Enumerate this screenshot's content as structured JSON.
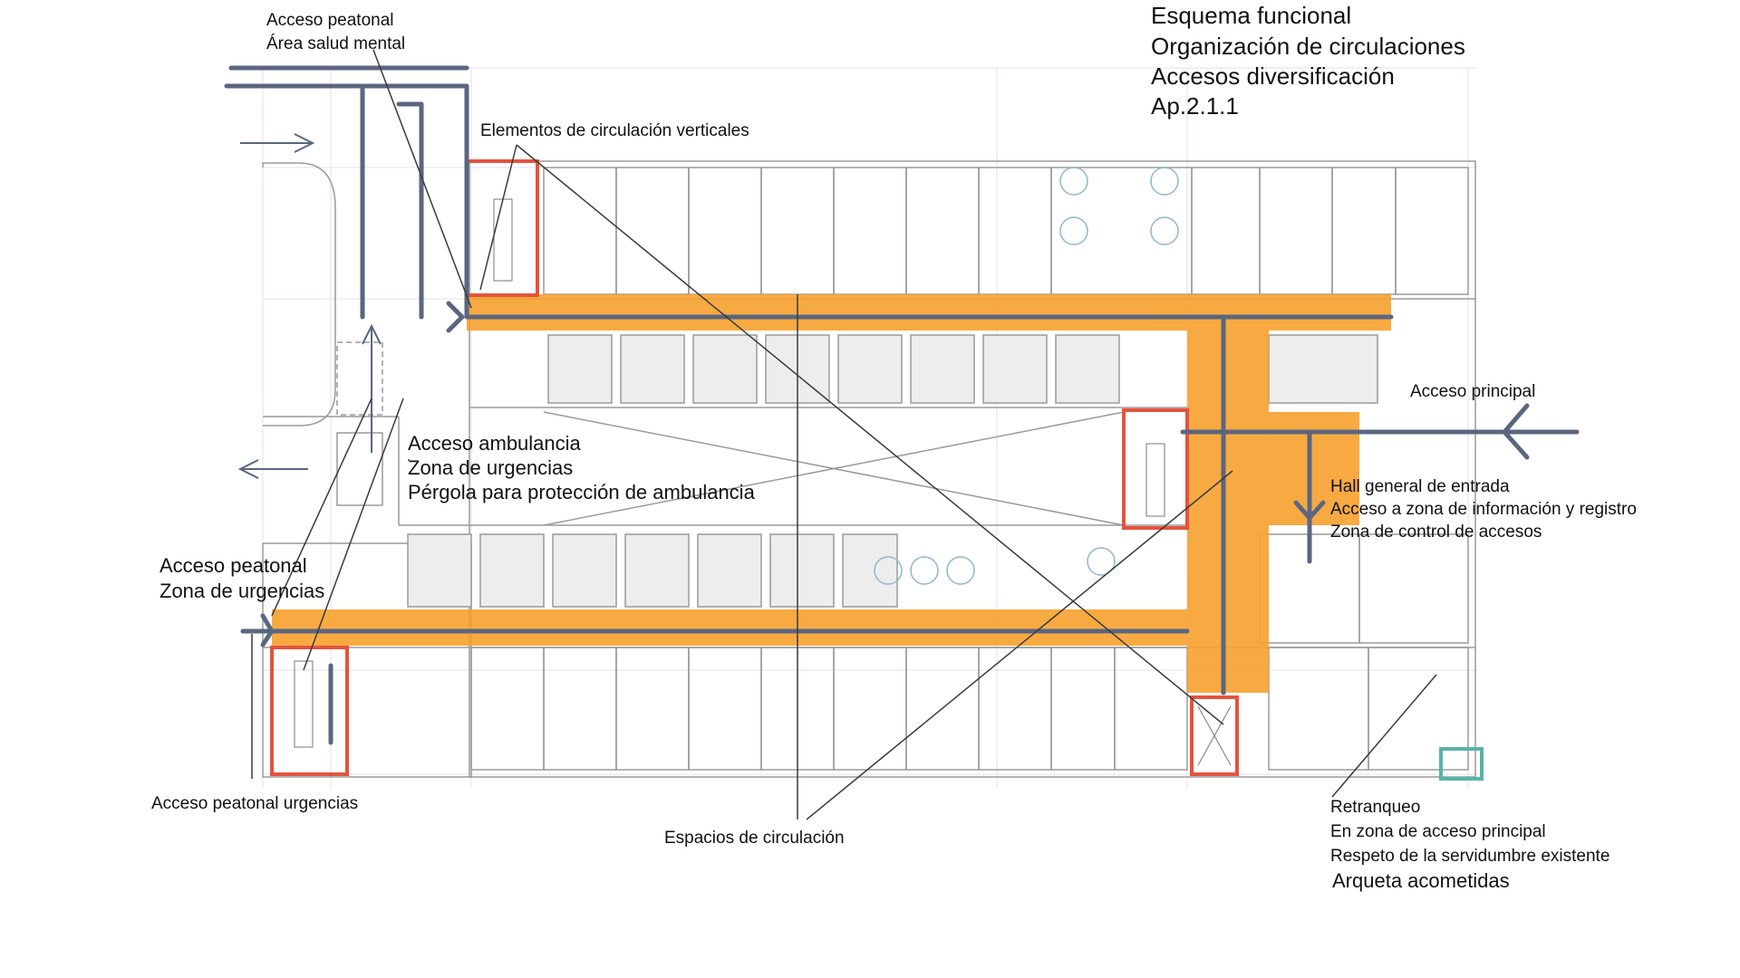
{
  "title": {
    "line1": "Esquema funcional",
    "line2": "Organización de circulaciones",
    "line3": "Accesos diversificación",
    "line4": "Ap.2.1.1"
  },
  "labels": {
    "mental_health_access": [
      "Acceso peatonal",
      "Área salud mental"
    ],
    "vertical_circulation": "Elementos de circulación verticales",
    "main_access": "Acceso principal",
    "ambulance_access": [
      "Acceso ambulancia",
      "Zona de urgencias",
      "Pérgola para protección de ambulancia"
    ],
    "main_hall": [
      "Hall general de entrada",
      "Acceso a zona de información y registro",
      "Zona de control de accesos"
    ],
    "emergency_pedestrian": [
      "Acceso peatonal",
      "Zona de urgencias"
    ],
    "emergency_pedestrian_bottom": "Acceso peatonal urgencias",
    "circulation_spaces": "Espacios de circulación",
    "setback": [
      "Retranqueo",
      "En zona de acceso principal",
      "Respeto de la servidumbre existente",
      "Arqueta acometidas"
    ]
  },
  "colors": {
    "circulation": "#f7a12d",
    "access_route": "#5a6680",
    "stairs": "#e5533c",
    "meter_box": "#56b3ad",
    "plan_lines": "#9a9a9a",
    "leader_lines": "#3a3a3a"
  }
}
